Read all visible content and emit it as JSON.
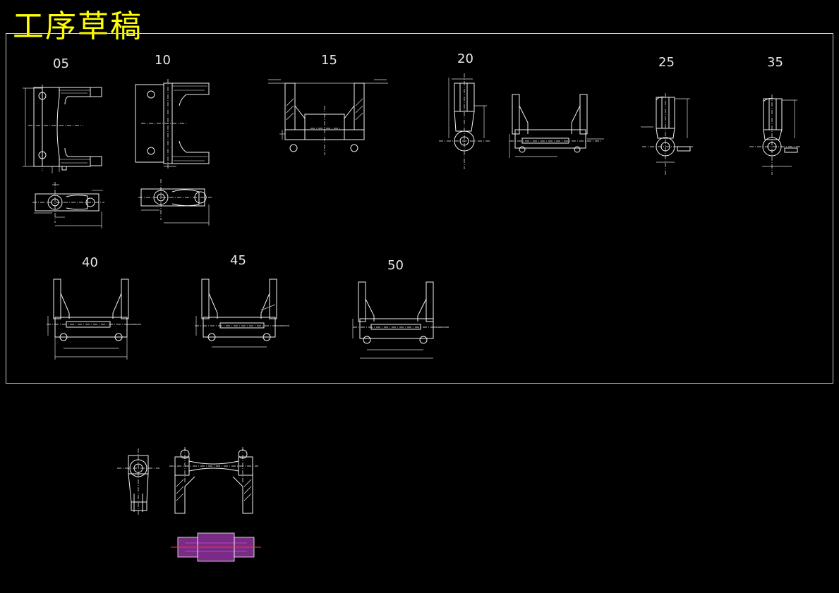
{
  "title": "工序草稿",
  "operations": [
    {
      "id": "op-05",
      "label": "05"
    },
    {
      "id": "op-10",
      "label": "10"
    },
    {
      "id": "op-15",
      "label": "15"
    },
    {
      "id": "op-20",
      "label": "20"
    },
    {
      "id": "op-25",
      "label": "25"
    },
    {
      "id": "op-35",
      "label": "35"
    },
    {
      "id": "op-40",
      "label": "40"
    },
    {
      "id": "op-45",
      "label": "45"
    },
    {
      "id": "op-50",
      "label": "50"
    }
  ],
  "colors": {
    "background": "#000000",
    "title": "#ffff00",
    "lines": "#f2f2f2",
    "centerline_red": "#ff3030",
    "section_fill": "#7a2b86"
  }
}
